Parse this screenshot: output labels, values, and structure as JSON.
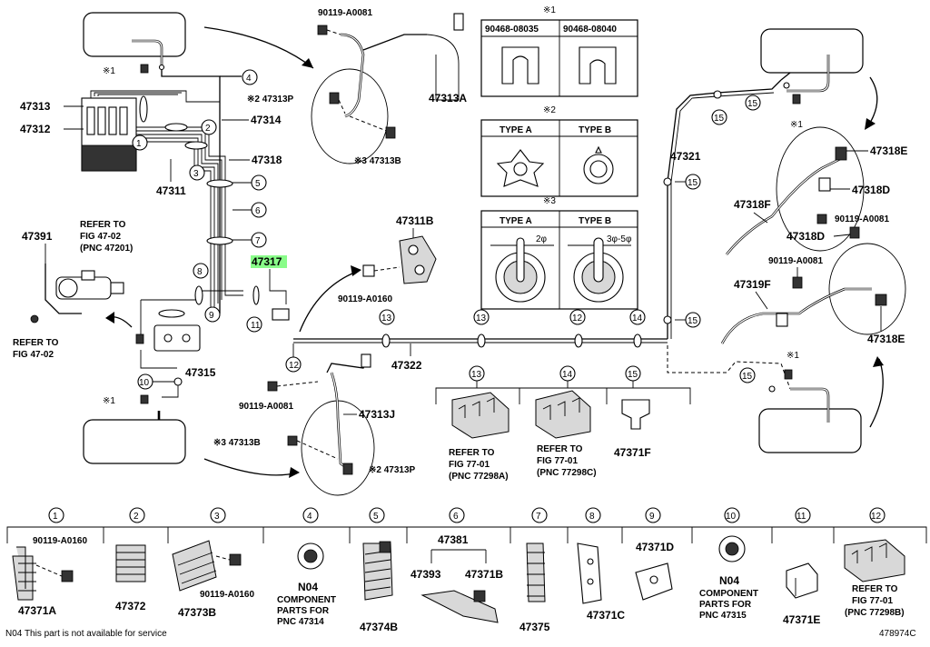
{
  "diagram": {
    "parts": {
      "p47313": "47313",
      "p47312": "47312",
      "p47311": "47311",
      "p47314": "47314",
      "p47318": "47318",
      "p47317": "47317",
      "p47391": "47391",
      "p47315": "47315",
      "p47313P_top": "※2 47313P",
      "p47313B_top": "※3 47313B",
      "p47313A": "47313A",
      "p90119_top": "90119-A0081",
      "p47311B": "47311B",
      "p90119_mid": "90119-A0160",
      "p47322": "47322",
      "p90119_low": "90119-A0081",
      "p47313J": "47313J",
      "p47313B_low": "※3 47313B",
      "p47313P_low": "※2 47313P",
      "p47321": "47321",
      "p47318E_top": "47318E",
      "p47318D_top": "47318D",
      "p47318F": "47318F",
      "p90119_r1": "90119-A0081",
      "p47318D_mid": "47318D",
      "p90119_r2": "90119-A0081",
      "p47319F": "47319F",
      "p47318E_low": "47318E",
      "p47371F": "47371F"
    },
    "refs": {
      "ref_4720_a": "REFER TO",
      "ref_4720_b": "FIG 47-02",
      "ref_4720_c": "(PNC 47201)",
      "ref_4702_a": "REFER TO",
      "ref_4702_b": "FIG 47-02",
      "ref_13_a": "REFER TO",
      "ref_13_b": "FIG 77-01",
      "ref_13_c": "(PNC 77298A)",
      "ref_14_a": "REFER TO",
      "ref_14_b": "FIG 77-01",
      "ref_14_c": "(PNC 77298C)"
    },
    "notes": {
      "x1": "※1",
      "x2": "※2",
      "x3": "※3",
      "clip1": "90468-08035",
      "clip2": "90468-08040",
      "typeA": "TYPE A",
      "typeB": "TYPE B",
      "dimA": "2φ",
      "dimB": "3φ-5φ"
    },
    "callouts": [
      "1",
      "2",
      "3",
      "4",
      "5",
      "6",
      "7",
      "8",
      "9",
      "10",
      "11",
      "12",
      "13",
      "14",
      "15"
    ],
    "legend": {
      "c1_a": "90119-A0160",
      "c1_b": "47371A",
      "c2": "47372",
      "c3_a": "47373B",
      "c3_b": "90119-A0160",
      "c4_a": "N04",
      "c4_b": "COMPONENT",
      "c4_c": "PARTS FOR",
      "c4_d": "PNC 47314",
      "c5": "47374B",
      "c6_a": "47381",
      "c6_b": "47393",
      "c6_c": "47371B",
      "c7": "47375",
      "c8": "47371C",
      "c9": "47371D",
      "c10_a": "N04",
      "c10_b": "COMPONENT",
      "c10_c": "PARTS FOR",
      "c10_d": "PNC 47315",
      "c11": "47371E",
      "c12_a": "REFER TO",
      "c12_b": "FIG 77-01",
      "c12_c": "(PNC 77298B)"
    },
    "footer": {
      "note": "N04 This part is not available for service",
      "code": "478974C"
    }
  }
}
